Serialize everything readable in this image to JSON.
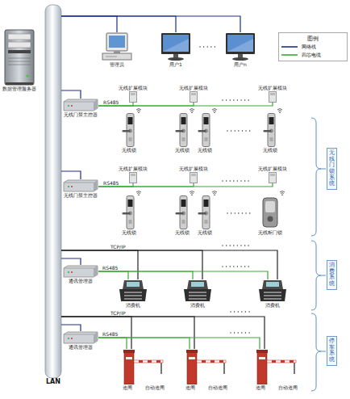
{
  "diagram": {
    "nodes": [
      {
        "text": [
          "数据管理服务器"
        ]
      },
      {
        "text": [
          "LAN"
        ]
      },
      {
        "text": [
          "管理员"
        ]
      },
      {
        "text": [
          "用户1"
        ]
      },
      {
        "text": [
          "用户n"
        ]
      },
      {
        "text": [
          "无线门禁主控器"
        ]
      },
      {
        "text": [
          "无线扩展模块"
        ]
      },
      {
        "text": [
          "无线扩展模块"
        ]
      },
      {
        "text": [
          "无线扩展模块"
        ]
      },
      {
        "text": [
          "无线锁"
        ]
      },
      {
        "text": [
          "无线锁"
        ]
      },
      {
        "text": [
          "无线锁"
        ]
      },
      {
        "text": [
          "无线锁"
        ]
      },
      {
        "text": [
          "无线门禁主控器"
        ]
      },
      {
        "text": [
          "无线扩展模块"
        ]
      },
      {
        "text": [
          "无线扩展模块"
        ]
      },
      {
        "text": [
          "无线扩展模块"
        ]
      },
      {
        "text": [
          "无线锁"
        ]
      },
      {
        "text": [
          "无线锁"
        ]
      },
      {
        "text": [
          "无线锁"
        ]
      },
      {
        "text": [
          "无线柜门锁"
        ]
      },
      {
        "text": [
          "无线门锁系统"
        ]
      },
      {
        "text": [
          "通讯管理器"
        ]
      },
      {
        "text": [
          "消费机"
        ]
      },
      {
        "text": [
          "消费机"
        ]
      },
      {
        "text": [
          "消费机"
        ]
      },
      {
        "text": [
          "消费系统"
        ]
      },
      {
        "text": [
          "通讯管理器"
        ]
      },
      {
        "text": [
          "道闸",
          "自动道闸"
        ]
      },
      {
        "text": [
          "道闸",
          "自动道闸"
        ]
      },
      {
        "text": [
          "道闸",
          "自动道闸"
        ]
      },
      {
        "text": [
          "停车系统"
        ]
      }
    ],
    "edges": [
      {
        "from": 1,
        "to": 2,
        "arrow": "none"
      },
      {
        "from": 1,
        "to": 3,
        "arrow": "none"
      },
      {
        "from": 1,
        "to": 4,
        "arrow": "none"
      },
      {
        "from": 1,
        "to": 5,
        "arrow": "none"
      },
      {
        "from": 5,
        "to": 6,
        "label": "RS485",
        "arrow": "none"
      },
      {
        "from": 5,
        "to": 7,
        "arrow": "none"
      },
      {
        "from": 5,
        "to": 8,
        "arrow": "none"
      },
      {
        "from": 1,
        "to": 13,
        "arrow": "none"
      },
      {
        "from": 13,
        "to": 14,
        "label": "RS485",
        "arrow": "none"
      },
      {
        "from": 13,
        "to": 15,
        "arrow": "none"
      },
      {
        "from": 13,
        "to": 16,
        "arrow": "none"
      },
      {
        "from": 1,
        "to": 22,
        "arrow": "none"
      },
      {
        "from": 1,
        "to": 23,
        "label": "TCP/IP",
        "arrow": "none"
      },
      {
        "from": 1,
        "to": 24,
        "arrow": "none"
      },
      {
        "from": 1,
        "to": 25,
        "arrow": "none"
      },
      {
        "from": 22,
        "to": 23,
        "label": "RS485",
        "arrow": "none"
      },
      {
        "from": 22,
        "to": 24,
        "arrow": "none"
      },
      {
        "from": 22,
        "to": 25,
        "arrow": "none"
      },
      {
        "from": 1,
        "to": 27,
        "arrow": "none"
      },
      {
        "from": 1,
        "to": 28,
        "label": "TCP/IP",
        "arrow": "none"
      },
      {
        "from": 1,
        "to": 29,
        "arrow": "none"
      },
      {
        "from": 1,
        "to": 30,
        "arrow": "none"
      },
      {
        "from": 27,
        "to": 28,
        "label": "RS485",
        "arrow": "none"
      },
      {
        "from": 27,
        "to": 29,
        "arrow": "none"
      },
      {
        "from": 27,
        "to": 30,
        "arrow": "none"
      }
    ],
    "labels": [
      "图例"
    ],
    "legend": [
      {
        "text": "网络线"
      },
      {
        "text": "四芯电缆"
      }
    ]
  }
}
